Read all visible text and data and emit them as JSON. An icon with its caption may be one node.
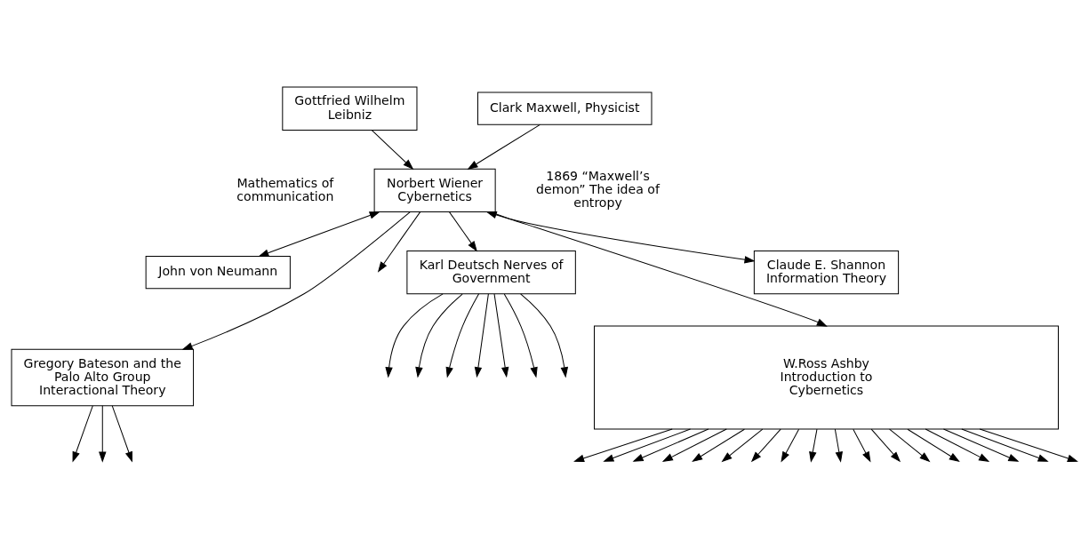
{
  "diagram": {
    "nodes": [
      {
        "text": [
          "Gottfried Wilhelm Leibniz"
        ]
      },
      {
        "text": [
          "Clark Maxwell, Physicist"
        ]
      },
      {
        "text": [
          "Norbert Wiener Cybernetics"
        ]
      },
      {
        "text": [
          "John von Neumann"
        ]
      },
      {
        "text": [
          "Karl Deutsch Nerves of Government"
        ]
      },
      {
        "text": [
          "Claude E. Shannon Information Theory"
        ]
      },
      {
        "text": [
          "Gregory Bateson and the Palo Alto Group Interactional Theory"
        ]
      },
      {
        "text": [
          "W.Ross Ashby Introduction to Cybernetics"
        ]
      }
    ],
    "edges": [
      {
        "from": 0,
        "to": 2,
        "arrow": "to"
      },
      {
        "from": 1,
        "to": 2,
        "arrow": "to"
      },
      {
        "from": 3,
        "to": 2,
        "arrow": "both"
      },
      {
        "from": 2,
        "to": 4,
        "arrow": "to"
      },
      {
        "from": 5,
        "to": 2,
        "arrow": "both"
      },
      {
        "from": 2,
        "to": 7,
        "arrow": "to"
      },
      {
        "from": 2,
        "to": 6,
        "arrow": "to"
      },
      {
        "from": 2,
        "to": null,
        "arrow": "to"
      },
      {
        "from": 6,
        "to": null,
        "arrow": "to"
      },
      {
        "from": 6,
        "to": null,
        "arrow": "to"
      },
      {
        "from": 6,
        "to": null,
        "arrow": "to"
      },
      {
        "from": 4,
        "to": null,
        "arrow": "to"
      },
      {
        "from": 4,
        "to": null,
        "arrow": "to"
      },
      {
        "from": 4,
        "to": null,
        "arrow": "to"
      },
      {
        "from": 4,
        "to": null,
        "arrow": "to"
      },
      {
        "from": 4,
        "to": null,
        "arrow": "to"
      },
      {
        "from": 4,
        "to": null,
        "arrow": "to"
      },
      {
        "from": 4,
        "to": null,
        "arrow": "to"
      },
      {
        "from": 7,
        "to": null,
        "arrow": "to"
      },
      {
        "from": 7,
        "to": null,
        "arrow": "to"
      },
      {
        "from": 7,
        "to": null,
        "arrow": "to"
      },
      {
        "from": 7,
        "to": null,
        "arrow": "to"
      },
      {
        "from": 7,
        "to": null,
        "arrow": "to"
      },
      {
        "from": 7,
        "to": null,
        "arrow": "to"
      },
      {
        "from": 7,
        "to": null,
        "arrow": "to"
      },
      {
        "from": 7,
        "to": null,
        "arrow": "to"
      },
      {
        "from": 7,
        "to": null,
        "arrow": "to"
      },
      {
        "from": 7,
        "to": null,
        "arrow": "to"
      },
      {
        "from": 7,
        "to": null,
        "arrow": "to"
      },
      {
        "from": 7,
        "to": null,
        "arrow": "to"
      },
      {
        "from": 7,
        "to": null,
        "arrow": "to"
      },
      {
        "from": 7,
        "to": null,
        "arrow": "to"
      },
      {
        "from": 7,
        "to": null,
        "arrow": "to"
      },
      {
        "from": 7,
        "to": null,
        "arrow": "to"
      },
      {
        "from": 7,
        "to": null,
        "arrow": "to"
      },
      {
        "from": 7,
        "to": null,
        "arrow": "to"
      }
    ],
    "labels": [
      "Mathematics of communication",
      "1869 “Maxwell’s demon” The idea of entropy"
    ]
  }
}
